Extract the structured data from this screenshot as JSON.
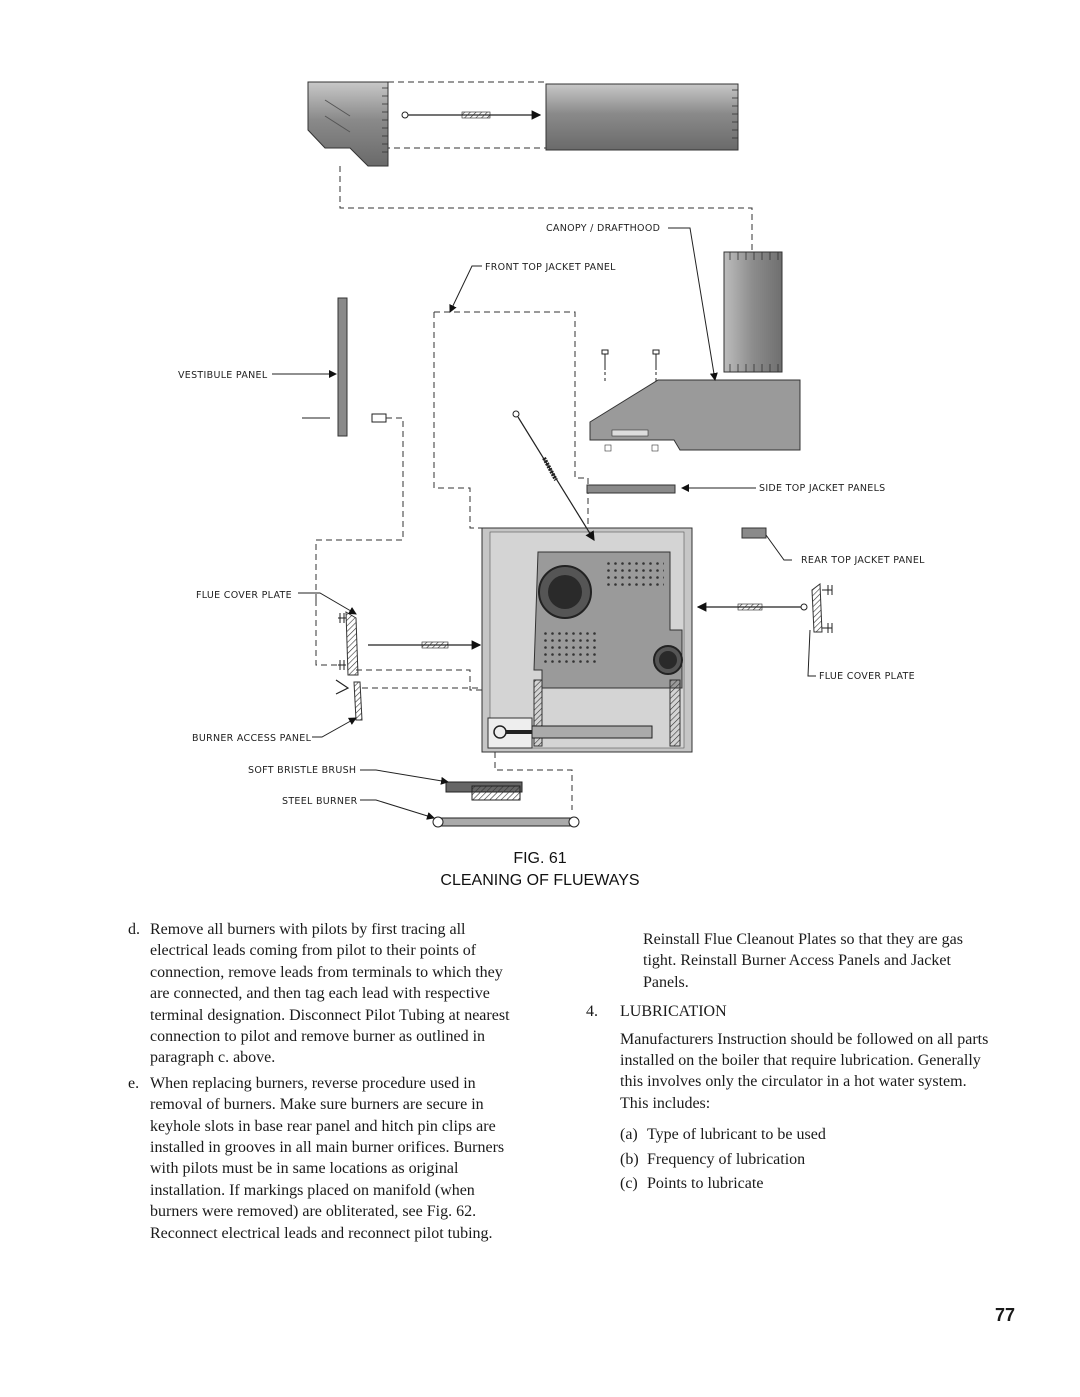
{
  "figure": {
    "labels": {
      "canopy": "CANOPY / DRAFTHOOD",
      "front_top": "FRONT TOP JACKET PANEL",
      "vestibule": "VESTIBULE PANEL",
      "side_top": "SIDE TOP JACKET PANELS",
      "rear_top": "REAR TOP JACKET PANEL",
      "flue_cover_left": "FLUE COVER PLATE",
      "flue_cover_right": "FLUE COVER PLATE",
      "burner_access": "BURNER ACCESS PANEL",
      "brush": "SOFT BRISTLE BRUSH",
      "burner": "STEEL BURNER"
    },
    "fig_number": "FIG. 61",
    "caption": "CLEANING OF FLUEWAYS"
  },
  "left_column": [
    {
      "marker": "d.",
      "text": "Remove all burners with pilots by first tracing all electrical leads coming from pilot to their points of connection, remove leads from terminals to which they are connected, and then tag each lead with respective terminal designation. Disconnect Pilot Tubing at nearest connection to pilot and remove burner as outlined in paragraph c. above."
    },
    {
      "marker": "e.",
      "text": "When replacing burners, reverse procedure used in removal of burners. Make sure burners are secure in keyhole slots in base rear panel and hitch pin clips are installed in grooves in all main burner orifices. Burners with pilots must be in same locations as original installation. If markings placed on manifold (when burners were removed) are obliterated, see Fig. 62. Reconnect electrical leads and reconnect pilot tubing."
    }
  ],
  "right_column": {
    "continuation": "Reinstall Flue Cleanout Plates so that they are gas tight. Reinstall Burner Access Panels and Jacket Panels.",
    "section_number": "4.",
    "section_title": "LUBRICATION",
    "section_text": "Manufacturers Instruction should be followed on all parts installed on the boiler that require lubrication. Generally this involves only the circulator in a hot water system. This includes:",
    "list": [
      {
        "marker": "(a)",
        "text": "Type of lubricant to be used"
      },
      {
        "marker": "(b)",
        "text": "Frequency of lubrication"
      },
      {
        "marker": "(c)",
        "text": "Points to lubricate"
      }
    ]
  },
  "page_number": "77"
}
